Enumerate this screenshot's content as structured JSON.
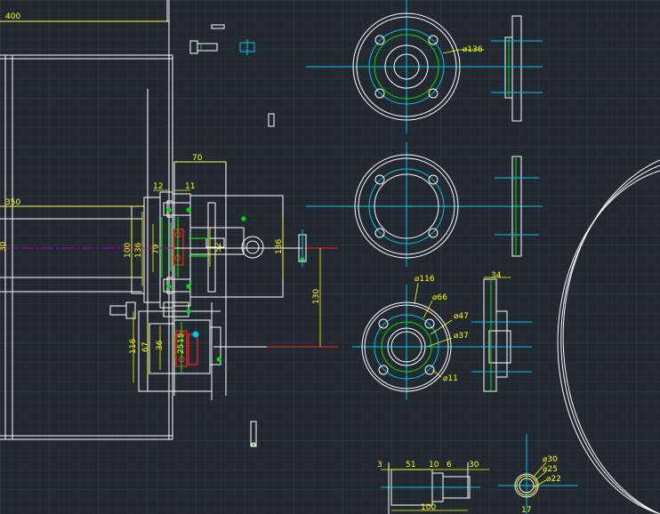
{
  "colors": {
    "background": "#212830",
    "grid_minor": "#2a323c",
    "grid_major": "#353e49",
    "outline": "#ffffff",
    "dimension": "#ffff00",
    "centerline": "#00c8e0",
    "hidden": "#00e000",
    "red": "#ff2020",
    "magenta": "#c000c0"
  },
  "dims": {
    "d400": "400",
    "d350": "350",
    "d70": "70",
    "d12": "12",
    "d11": "11",
    "d30": "30",
    "d100": "100",
    "d136a": "136",
    "d79": "79",
    "d52": "52",
    "d136b": "136",
    "d130": "130",
    "d116": "116",
    "d67": "67",
    "d36": "36",
    "d25": "25",
    "d15": "15",
    "flange1_dia": "⌀136",
    "flange3_d116": "⌀116",
    "flange3_d66": "⌀66",
    "flange3_d47": "⌀47",
    "flange3_d37": "⌀37",
    "flange3_d11": "⌀11",
    "side_34": "34",
    "shaft_3": "3",
    "shaft_51": "51",
    "shaft_10": "10",
    "shaft_6": "6",
    "shaft_30": "30",
    "shaft_100": "100",
    "sec_d30": "⌀30",
    "sec_d25": "⌀25",
    "sec_d22": "⌀22",
    "sec_17": "17"
  }
}
